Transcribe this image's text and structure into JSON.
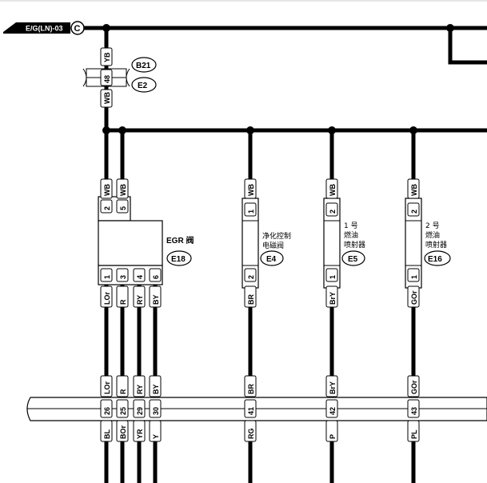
{
  "source": {
    "label": "E/G(LN)-03",
    "ref": "C"
  },
  "upper_joint": {
    "wire_top": "YB",
    "pin": "48",
    "wire_bottom": "WB",
    "connectors": [
      "B21",
      "E2"
    ]
  },
  "components": [
    {
      "id": "egr",
      "name": "EGR 阀",
      "connector": "E18",
      "input_pins": [
        {
          "pin": "2",
          "wire": "WB"
        },
        {
          "pin": "5",
          "wire": "WB"
        }
      ],
      "output_pins": [
        {
          "pin": "1",
          "wire": "LOr"
        },
        {
          "pin": "3",
          "wire": "R"
        },
        {
          "pin": "4",
          "wire": "RY"
        },
        {
          "pin": "6",
          "wire": "BY"
        }
      ]
    },
    {
      "id": "purge",
      "name_lines": [
        "净化控制",
        "电磁阀"
      ],
      "connector": "E4",
      "input_pins": [
        {
          "pin": "1",
          "wire": "WB"
        }
      ],
      "output_pins": [
        {
          "pin": "2",
          "wire": "BR"
        }
      ]
    },
    {
      "id": "inj1",
      "name_lines": [
        "1 号",
        "燃油",
        "喷射器"
      ],
      "connector": "E5",
      "input_pins": [
        {
          "pin": "2",
          "wire": "WB"
        }
      ],
      "output_pins": [
        {
          "pin": "1",
          "wire": "BrY"
        }
      ]
    },
    {
      "id": "inj2",
      "name_lines": [
        "2 号",
        "燃油",
        "喷射器"
      ],
      "connector": "E16",
      "input_pins": [
        {
          "pin": "2",
          "wire": "WB"
        }
      ],
      "output_pins": [
        {
          "pin": "1",
          "wire": "GOr"
        }
      ]
    }
  ],
  "harness_connector": {
    "upper_wires": [
      "LOr",
      "R",
      "RY",
      "BY",
      "BR",
      "BrY",
      "GOr"
    ],
    "pins": [
      "26",
      "25",
      "29",
      "30",
      "41",
      "42",
      "43"
    ],
    "lower_wires": [
      "BL",
      "BOr",
      "YR",
      "Y",
      "RG",
      "P",
      "PL"
    ]
  }
}
